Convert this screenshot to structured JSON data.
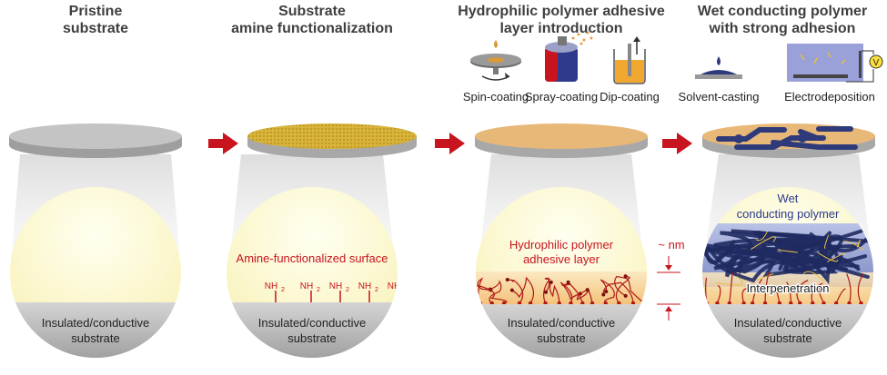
{
  "panels": [
    {
      "title_line1": "Pristine",
      "title_line2": "substrate",
      "substrate_label_line1": "Insulated/conductive",
      "substrate_label_line2": "substrate"
    },
    {
      "title_line1": "Substrate",
      "title_line2": "amine functionalization",
      "surface_label": "Amine-functionalized surface",
      "group_label": "NH",
      "group_subscript": "2",
      "substrate_label_line1": "Insulated/conductive",
      "substrate_label_line2": "substrate"
    },
    {
      "title_line1": "Hydrophilic polymer adhesive",
      "title_line2": "layer introduction",
      "layer_label_line1": "Hydrophilic polymer",
      "layer_label_line2": "adhesive layer",
      "thickness_label": "~ nm",
      "substrate_label_line1": "Insulated/conductive",
      "substrate_label_line2": "substrate"
    },
    {
      "title_line1": "Wet conducting polymer",
      "title_line2": "with strong adhesion",
      "polymer_label_line1": "Wet",
      "polymer_label_line2": "conducting polymer",
      "interface_label": "Interpenetration",
      "substrate_label_line1": "Insulated/conductive",
      "substrate_label_line2": "substrate"
    }
  ],
  "coating_methods": [
    "Spin-coating",
    "Spray-coating",
    "Dip-coating"
  ],
  "casting_methods": [
    "Solvent-casting",
    "Electrodeposition"
  ],
  "electrode_symbol": "V",
  "colors": {
    "title": "#3f3f3f",
    "arrow": "#c8141e",
    "amine_label": "#c8141e",
    "polymer_label": "#2c3a8c",
    "gold_disc": "#d8b43a",
    "adhesive_disc": "#e8b878",
    "conducting_polymer": "#2e3a7a",
    "substrate_gray": "#b0b0b0"
  }
}
